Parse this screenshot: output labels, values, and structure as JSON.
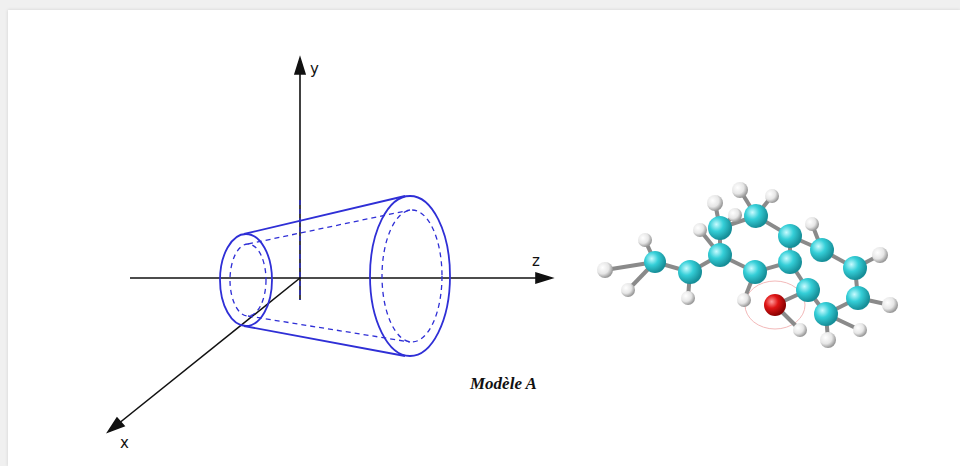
{
  "diagram": {
    "caption": "Modèle A",
    "labels": [
      "y",
      "z",
      "x"
    ]
  }
}
